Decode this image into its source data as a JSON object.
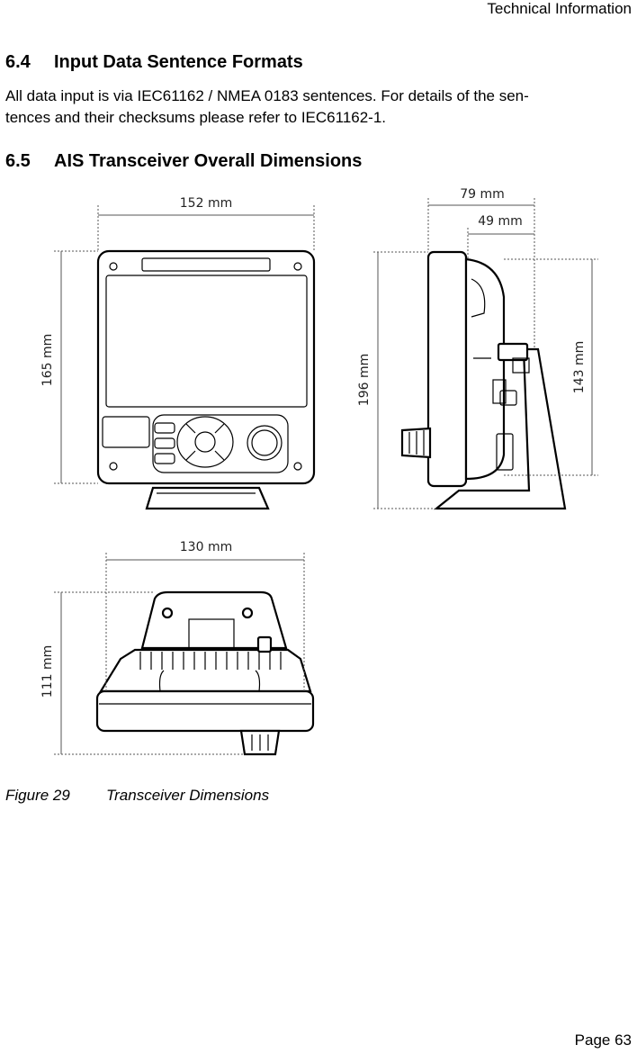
{
  "header": {
    "title": "Technical Information"
  },
  "section_6_4": {
    "number": "6.4",
    "title": "Input Data Sentence Formats",
    "line1": "All data input is via IEC61162 / NMEA 0183 sentences. For details of the sen-",
    "line2": "tences and their checksums please refer to IEC61162-1."
  },
  "section_6_5": {
    "number": "6.5",
    "title": "AIS Transceiver Overall Dimensions"
  },
  "figure": {
    "front_width": "152 mm",
    "front_height": "165 mm",
    "side_depth_total": "79 mm",
    "side_depth_body": "49 mm",
    "side_height_total": "196 mm",
    "side_height_bracket": "143 mm",
    "top_width": "130 mm",
    "top_depth": "111 mm"
  },
  "caption": {
    "label": "Figure 29",
    "text": "Transceiver Dimensions"
  },
  "footer": {
    "page_label": "Page  63"
  }
}
